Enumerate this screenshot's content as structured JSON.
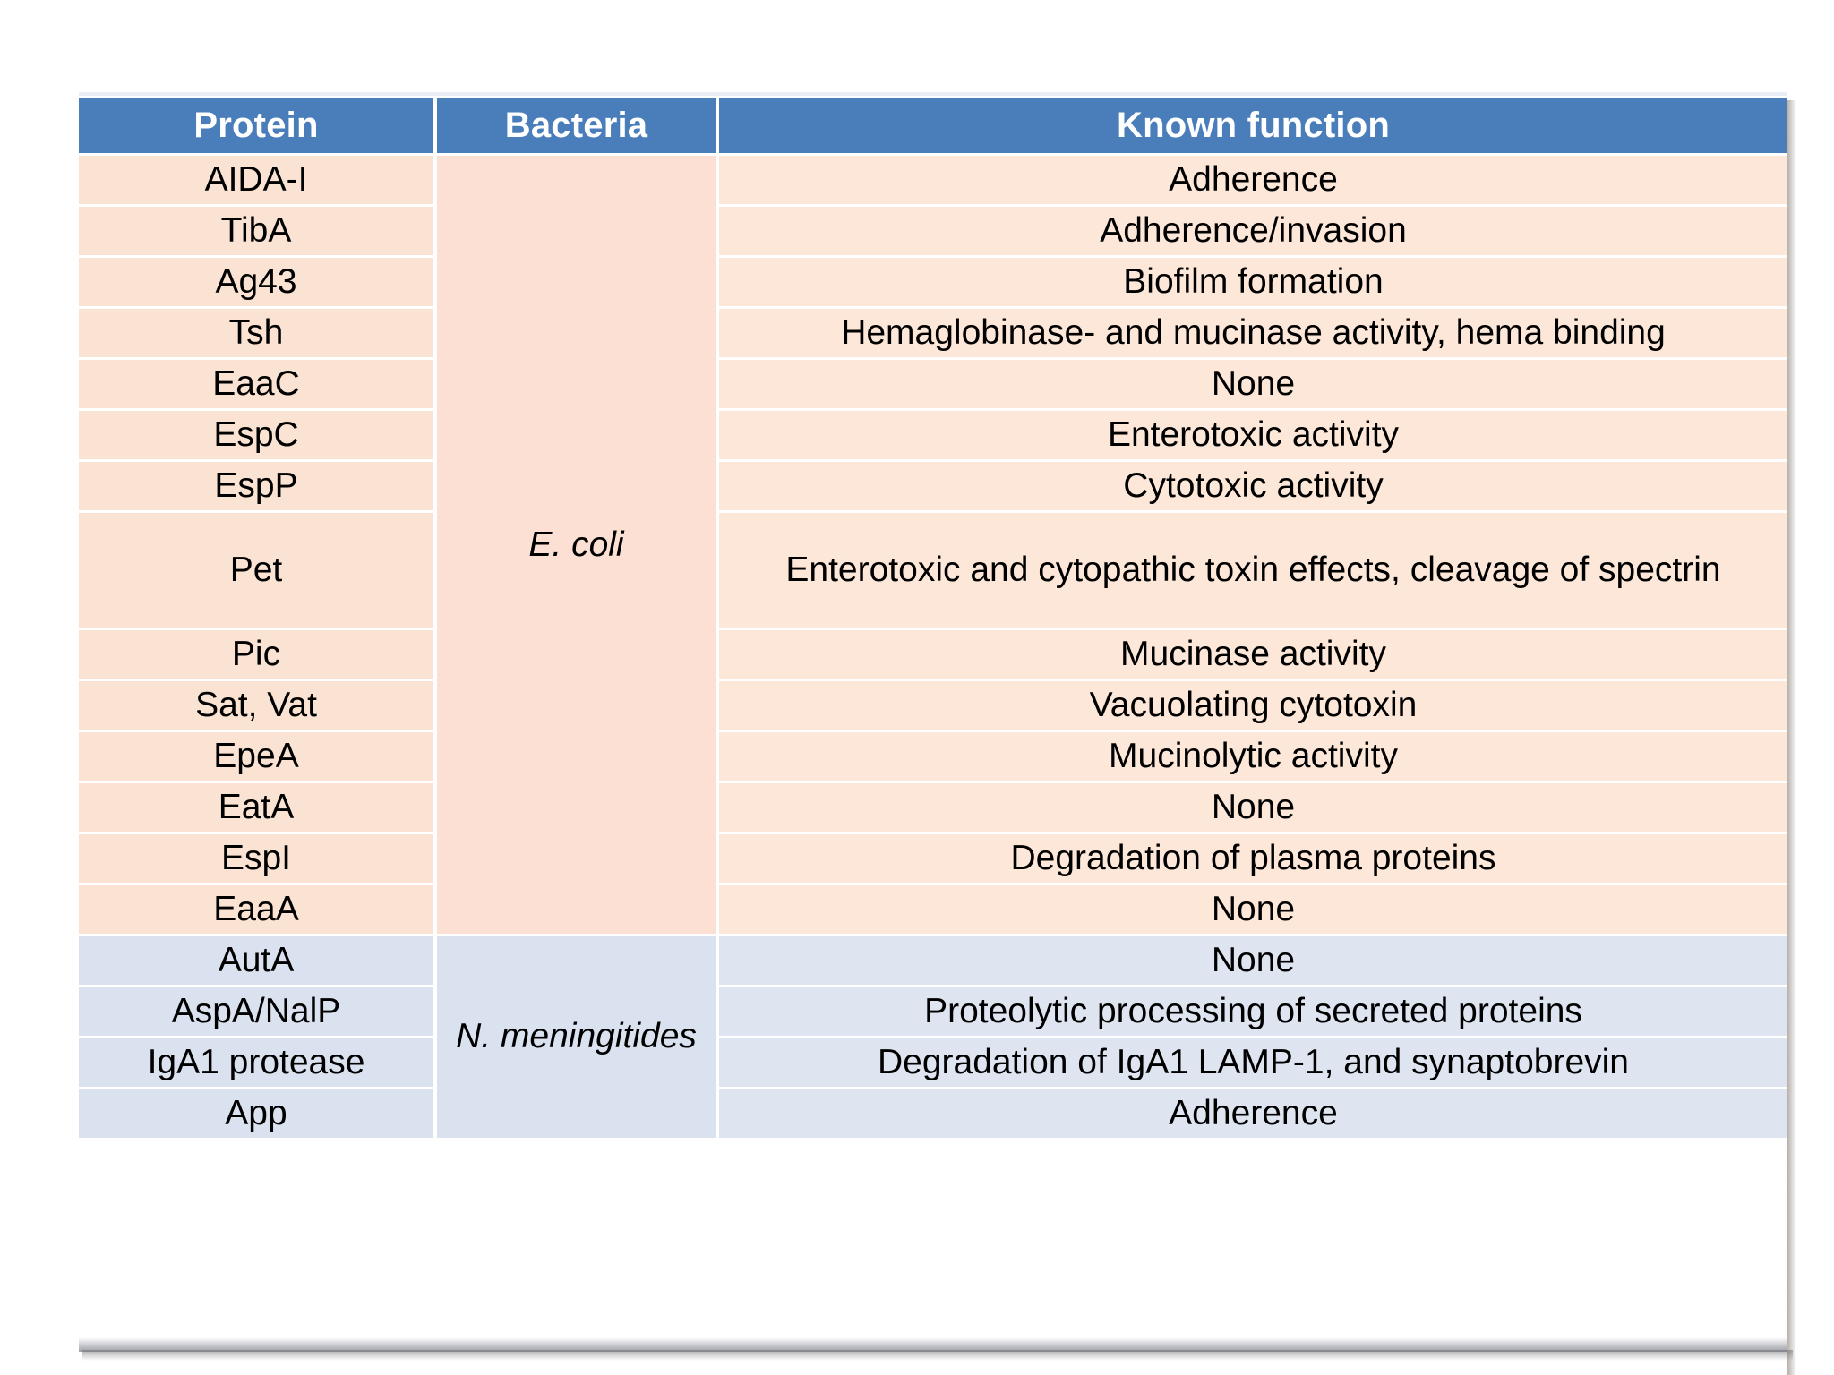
{
  "table": {
    "columns": [
      "Protein",
      "Bacteria",
      "Known function"
    ],
    "groups": [
      {
        "bacteria": "E. coli",
        "theme": "#fbe5d5",
        "rows": [
          {
            "protein": "AIDA-I",
            "function": "Adherence"
          },
          {
            "protein": "TibA",
            "function": "Adherence/invasion"
          },
          {
            "protein": "Ag43",
            "function": "Biofilm formation"
          },
          {
            "protein": "Tsh",
            "function": "Hemaglobinase- and mucinase activity, hema binding"
          },
          {
            "protein": "EaaC",
            "function": "None"
          },
          {
            "protein": "EspC",
            "function": "Enterotoxic activity"
          },
          {
            "protein": "EspP",
            "function": "Cytotoxic activity"
          },
          {
            "protein": "Pet",
            "function": "Enterotoxic and cytopathic toxin effects, cleavage of spectrin"
          },
          {
            "protein": "Pic",
            "function": "Mucinase activity"
          },
          {
            "protein": "Sat, Vat",
            "function": "Vacuolating cytotoxin"
          },
          {
            "protein": "EpeA",
            "function": "Mucinolytic activity"
          },
          {
            "protein": "EatA",
            "function": "None"
          },
          {
            "protein": "EspI",
            "function": "Degradation of plasma proteins"
          },
          {
            "protein": "EaaA",
            "function": "None"
          }
        ]
      },
      {
        "bacteria": "N. meningitides",
        "theme": "#dce3f0",
        "rows": [
          {
            "protein": "AutA",
            "function": "None"
          },
          {
            "protein": "AspA/NalP",
            "function": "Proteolytic processing of secreted proteins"
          },
          {
            "protein": "IgA1 protease",
            "function": "Degradation of IgA1 LAMP-1, and synaptobrevin"
          },
          {
            "protein": "App",
            "function": "Adherence"
          }
        ]
      }
    ]
  },
  "colors": {
    "header_blue": "#4a7ebb",
    "ecoli_row": "#fbe5d5",
    "nmen_row": "#dce3f0",
    "text": "#000000",
    "header_text": "#ffffff"
  }
}
